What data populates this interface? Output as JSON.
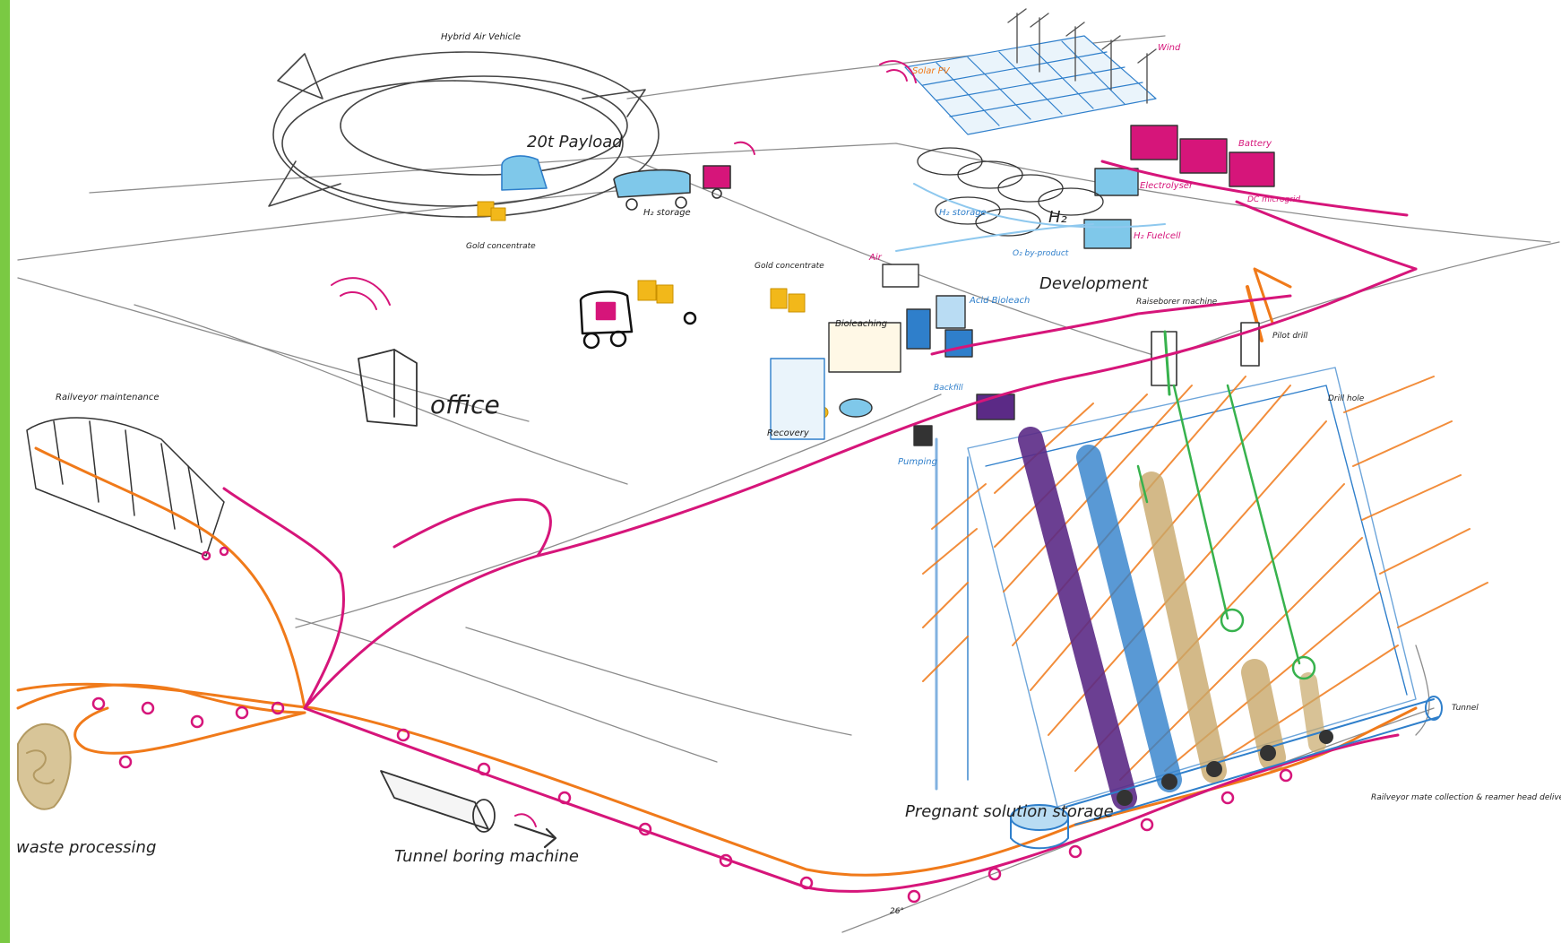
{
  "colors": {
    "frame": "#7ac943",
    "pencil": "#555555",
    "power_line": "#d6157a",
    "rail_line": "#f07a1a",
    "water": "#2f7fcb",
    "light_water": "#8ec8ee",
    "solution": "#5b2a86",
    "ore": "#c8a86a",
    "gold": "#f2b81a",
    "green": "#37b24d"
  },
  "labels": {
    "hybrid_air_vehicle": "Hybrid Air Vehicle",
    "payload": "20t Payload",
    "h2_storage_truck": "H₂ storage",
    "gold_concentrate_1": "Gold concentrate",
    "gold_concentrate_2": "Gold concentrate",
    "solar_pv": "Solar PV",
    "wind": "Wind",
    "battery": "Battery",
    "electrolyser": "Electrolyser",
    "h2_fuelcell": "H₂ Fuelcell",
    "h2": "H₂",
    "h2_storage": "H₂ storage",
    "o2_byproduct": "O₂ by-product",
    "dc_microgrid": "DC microgrid",
    "development": "Development",
    "bioleaching": "Bioleaching",
    "air": "Air",
    "acid_bioleach": "Acid Bioleach",
    "recovery": "Recovery",
    "pumping": "Pumping",
    "backfill": "Backfill",
    "raiseborer": "Raiseborer machine",
    "pilot_drill": "Pilot drill",
    "drill_hole": "Drill hole",
    "office": "office",
    "rail_maintenance": "Railveyor maintenance",
    "waste_processing": "waste processing",
    "tbm": "Tunnel boring machine",
    "pregnant_solution": "Pregnant solution storage",
    "tunnel": "Tunnel",
    "railveyor_note": "Railveyor mate collection & reamer head delivery + installation",
    "angle": "26°"
  }
}
